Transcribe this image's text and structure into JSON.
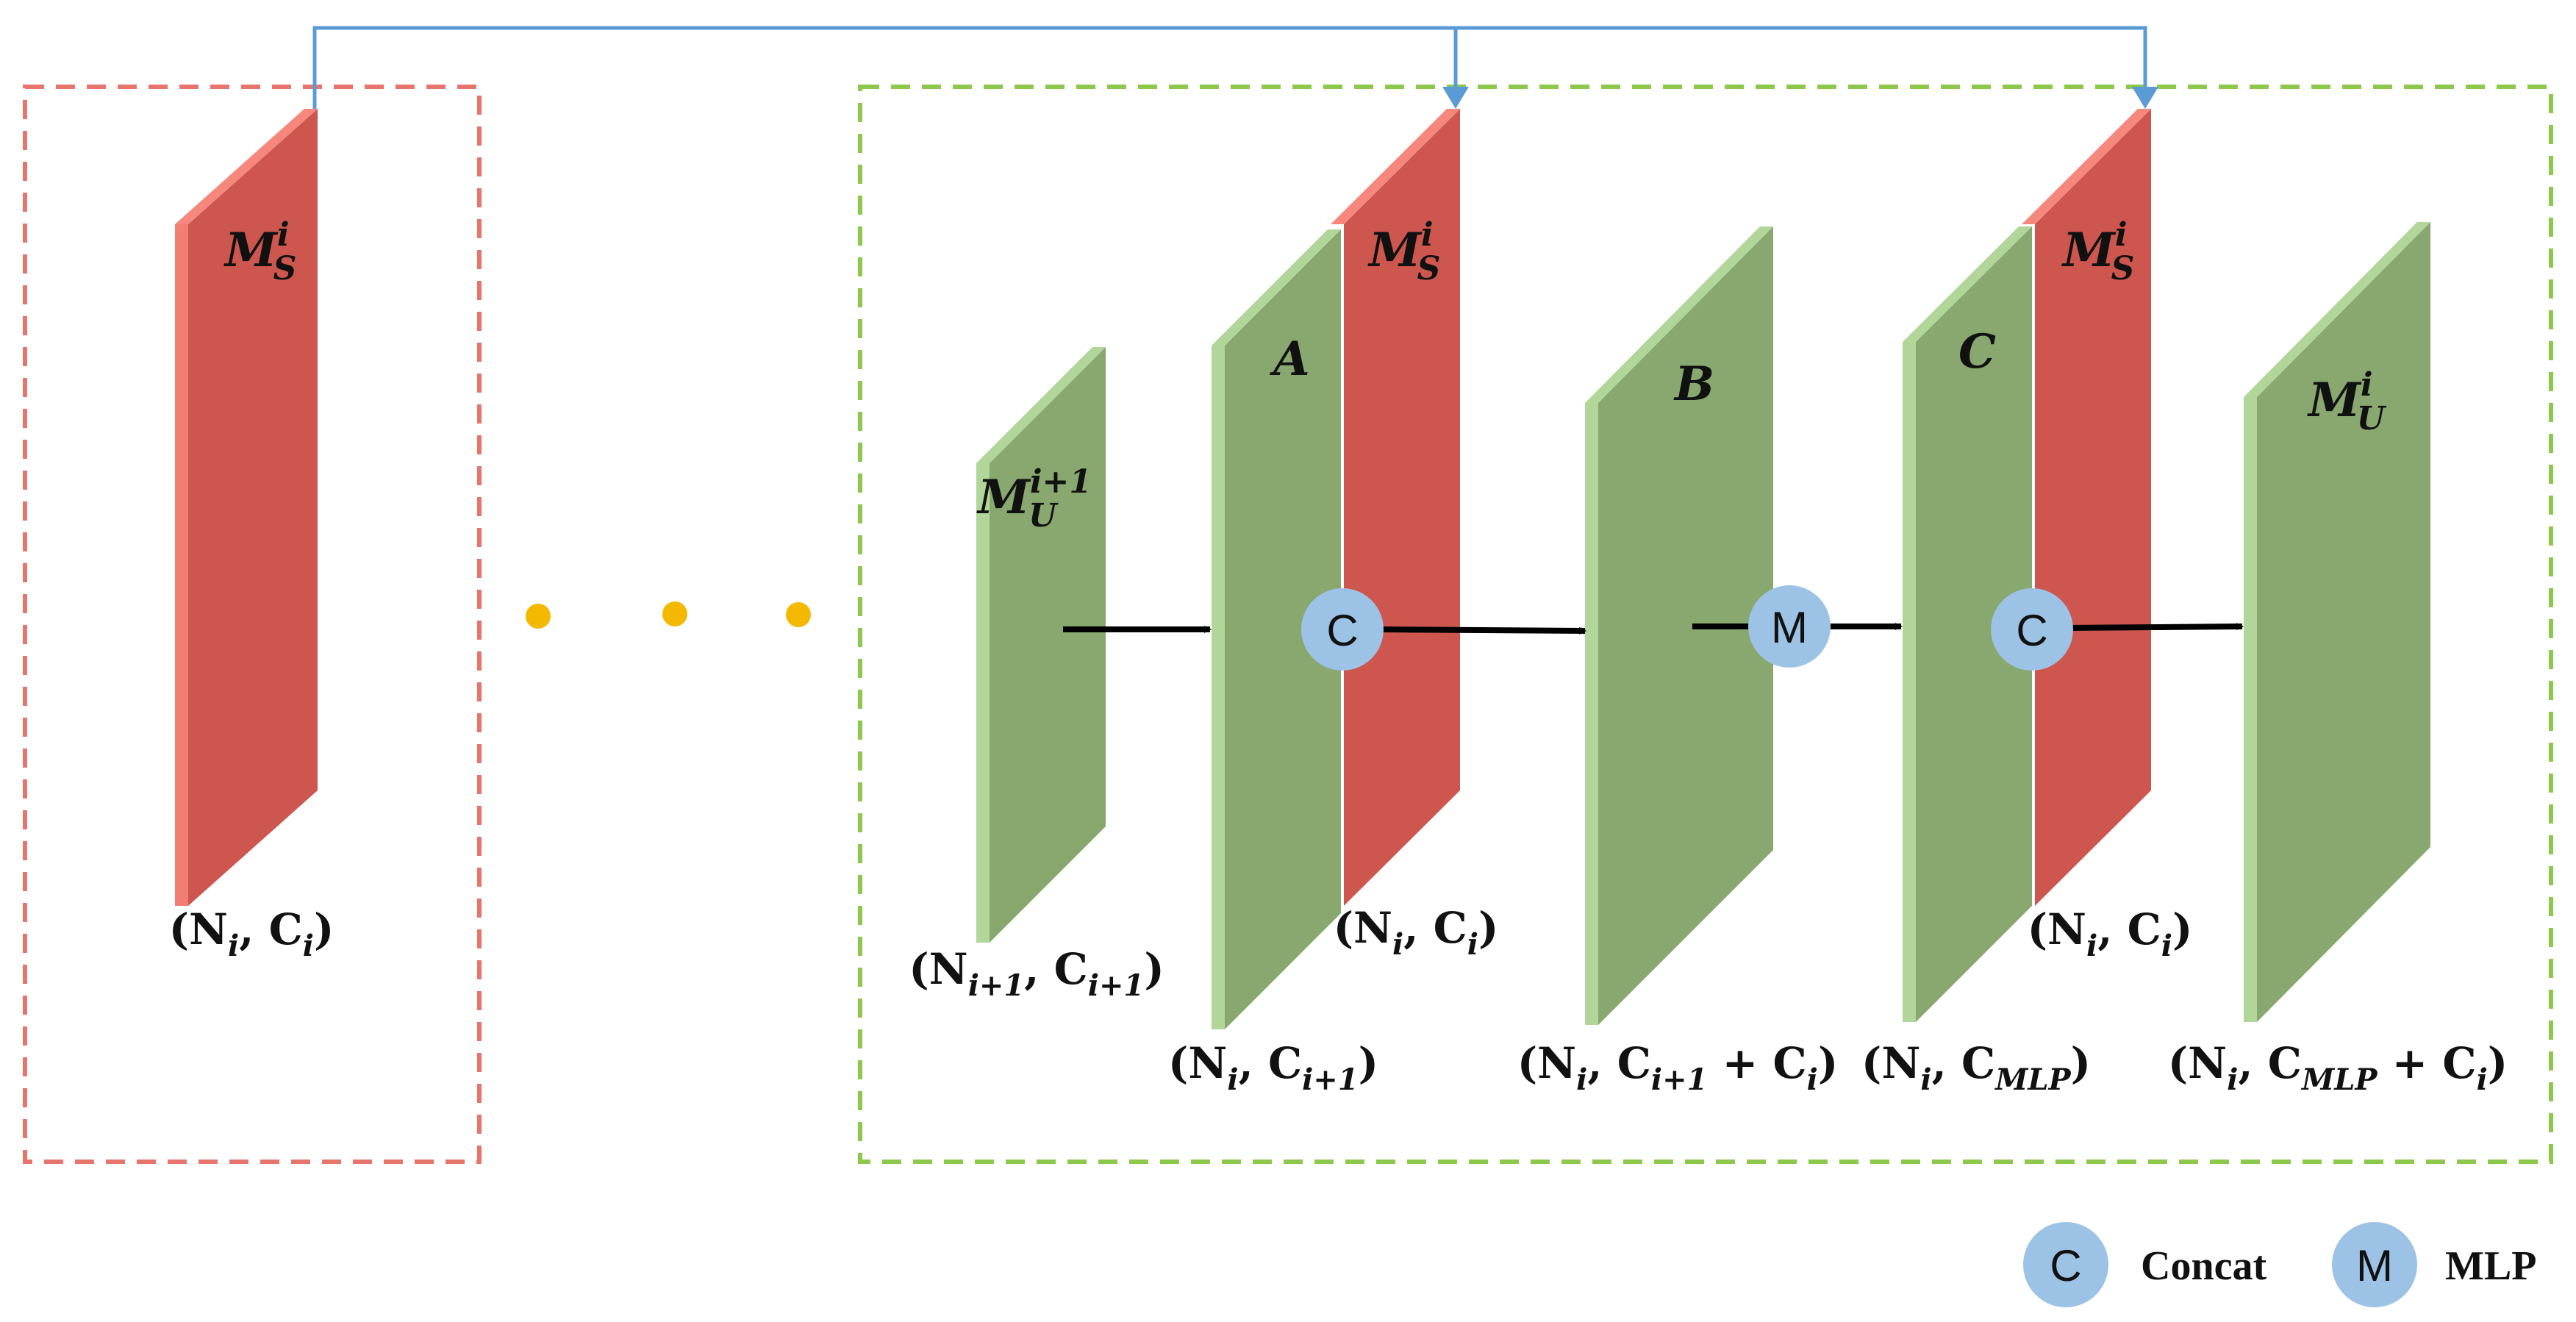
{
  "colors": {
    "green_face": "#88a870",
    "green_edge": "#b2d69a",
    "red_face": "#cd564e",
    "red_edge": "#f27d73",
    "red_top": "#f5877c",
    "circle_fill": "#9cc3e5",
    "blue_connector": "#5b9bd5",
    "dashed_red": "#e8756b",
    "dashed_green": "#8cc84b",
    "dots": "#f5b800"
  },
  "panels": {
    "left_ms": {
      "name": "M",
      "sup": "i",
      "sub": "S"
    },
    "mu_next": {
      "name": "M",
      "sup": "i+1",
      "sub": "U"
    },
    "A": {
      "name": "A"
    },
    "ms_1": {
      "name": "M",
      "sup": "i",
      "sub": "S"
    },
    "B": {
      "name": "B"
    },
    "C": {
      "name": "C"
    },
    "ms_2": {
      "name": "M",
      "sup": "i",
      "sub": "S"
    },
    "mu_out": {
      "name": "M",
      "sup": "i",
      "sub": "U"
    }
  },
  "dims": {
    "left": {
      "pre": "(N",
      "s1": "i",
      "mid": ", C",
      "s2": "i",
      "post": ")"
    },
    "mu_next": {
      "pre": "(N",
      "s1": "i+1",
      "mid": ", C",
      "s2": "i+1",
      "post": ")"
    },
    "A": {
      "pre": "(N",
      "s1": "i",
      "mid": ", C",
      "s2": "i+1",
      "post": ")"
    },
    "ms_1": {
      "pre": "(N",
      "s1": "i",
      "mid": ", C",
      "s2": "i",
      "post": ")"
    },
    "B": {
      "pre": "(N",
      "s1": "i",
      "mid": ", C",
      "s2": "i+1",
      "tail": " + C",
      "s3": "i",
      "post": ")"
    },
    "C": {
      "pre": "(N",
      "s1": "i",
      "mid": ", C",
      "s2": "MLP",
      "post": ")"
    },
    "ms_2": {
      "pre": "(N",
      "s1": "i",
      "mid": ", C",
      "s2": "i",
      "post": ")"
    },
    "mu_out": {
      "pre": "(N",
      "s1": "i",
      "mid": ", C",
      "s2": "MLP",
      "tail": " + C",
      "s3": "i",
      "post": ")"
    }
  },
  "ops": {
    "concat_symbol": "C",
    "mlp_symbol": "M"
  },
  "legend": {
    "concat_symbol": "C",
    "concat_label": "Concat",
    "mlp_symbol": "M",
    "mlp_label": "MLP"
  }
}
